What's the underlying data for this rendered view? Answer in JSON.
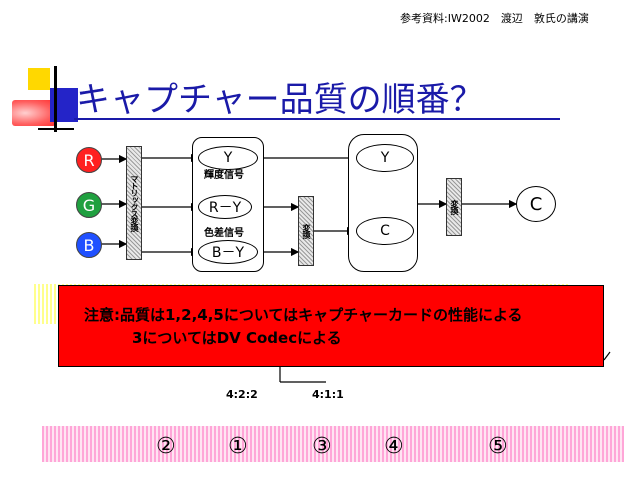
{
  "header": {
    "reference": "参考資料:IW2002　渡辺　敦氏の講演"
  },
  "slide": {
    "title": "キャプチャー品質の順番？"
  },
  "inputs": [
    {
      "label": "R",
      "color": "#ff2020"
    },
    {
      "label": "G",
      "color": "#20a040"
    },
    {
      "label": "B",
      "color": "#2050ff"
    }
  ],
  "matrix_block": {
    "label": "マトリックス変換"
  },
  "group1": {
    "y_label": "Y",
    "luminance_caption": "輝度信号",
    "ry_label": "R－Y",
    "chroma_caption": "色差信号",
    "by_label": "B－Y"
  },
  "convert_block_1": {
    "label": "変換"
  },
  "group2": {
    "y_label": "Y",
    "c_label": "C"
  },
  "convert_block_2": {
    "label": "変換"
  },
  "output": {
    "label": "C"
  },
  "sampling": {
    "left_label": "4:2:2",
    "right_label": "4:1:1"
  },
  "note": {
    "line1": "注意:品質は1,2,4,5についてはキャプチャーカードの性能による",
    "line2": "3についてはDV Codecによる",
    "box_color": "#ff0000"
  },
  "order": {
    "items": [
      "②",
      "①",
      "③",
      "④",
      "⑤"
    ]
  },
  "colors": {
    "title": "#1a1aa8",
    "pink_band": "#ffb8e0",
    "yellow_band": "#ffffa0"
  }
}
